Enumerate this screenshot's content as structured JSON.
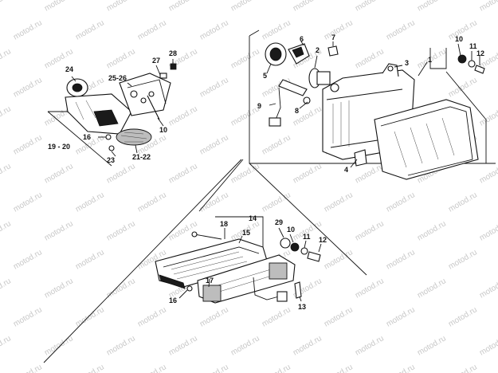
{
  "watermark": "motod.ru",
  "callouts": {
    "c1": "1",
    "c2": "2",
    "c3": "3",
    "c4": "4",
    "c5": "5",
    "c6": "6",
    "c7": "7",
    "c8": "8",
    "c9": "9",
    "c10a": "10",
    "c11a": "11",
    "c12a": "12",
    "c24": "24",
    "c2526": "25-26",
    "c27": "27",
    "c28": "28",
    "c10b": "10",
    "c16a": "16",
    "c1920": "19 - 20",
    "c23": "23",
    "c2122": "21-22",
    "c14": "14",
    "c18": "18",
    "c15": "15",
    "c29": "29",
    "c10c": "10",
    "c11c": "11",
    "c12c": "12",
    "c17": "17",
    "c16c": "16",
    "c13": "13"
  }
}
